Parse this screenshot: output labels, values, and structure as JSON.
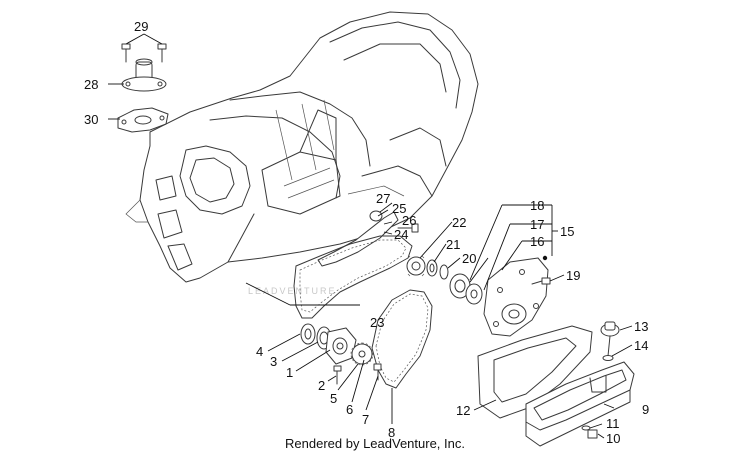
{
  "credit": "Rendered by LeadVenture, Inc.",
  "watermark": "LEADVENTURE",
  "callouts": {
    "c1": "1",
    "c2": "2",
    "c3": "3",
    "c4": "4",
    "c5": "5",
    "c6": "6",
    "c7": "7",
    "c8": "8",
    "c9": "9",
    "c10": "10",
    "c11": "11",
    "c12": "12",
    "c13": "13",
    "c14": "14",
    "c15": "15",
    "c16": "16",
    "c17": "17",
    "c18": "18",
    "c19": "19",
    "c20": "20",
    "c21": "21",
    "c22": "22",
    "c23": "23",
    "c24": "24",
    "c25": "25",
    "c26": "26",
    "c27": "27",
    "c28": "28",
    "c29": "29",
    "c30": "30"
  }
}
